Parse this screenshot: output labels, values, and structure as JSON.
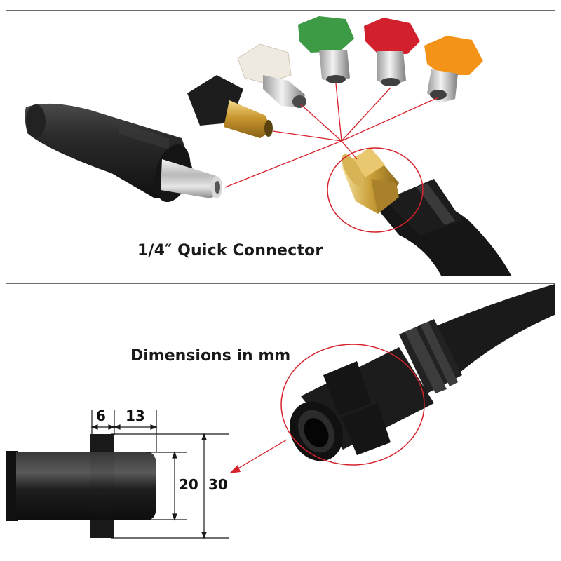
{
  "top_panel": {
    "caption": "1/4″ Quick Connector",
    "nozzle_colors": {
      "black": "#1c1c1c",
      "white": "#eeeae0",
      "green": "#3d9a45",
      "red": "#d3202d",
      "orange": "#f39318"
    },
    "pointer_color": "#d6222c"
  },
  "bottom_panel": {
    "caption": "Dimensions in mm",
    "dimensions": {
      "flange_width": "6",
      "tip_length": "13",
      "inner_diameter": "20",
      "outer_diameter": "30"
    },
    "pointer_color": "#d6222c"
  }
}
